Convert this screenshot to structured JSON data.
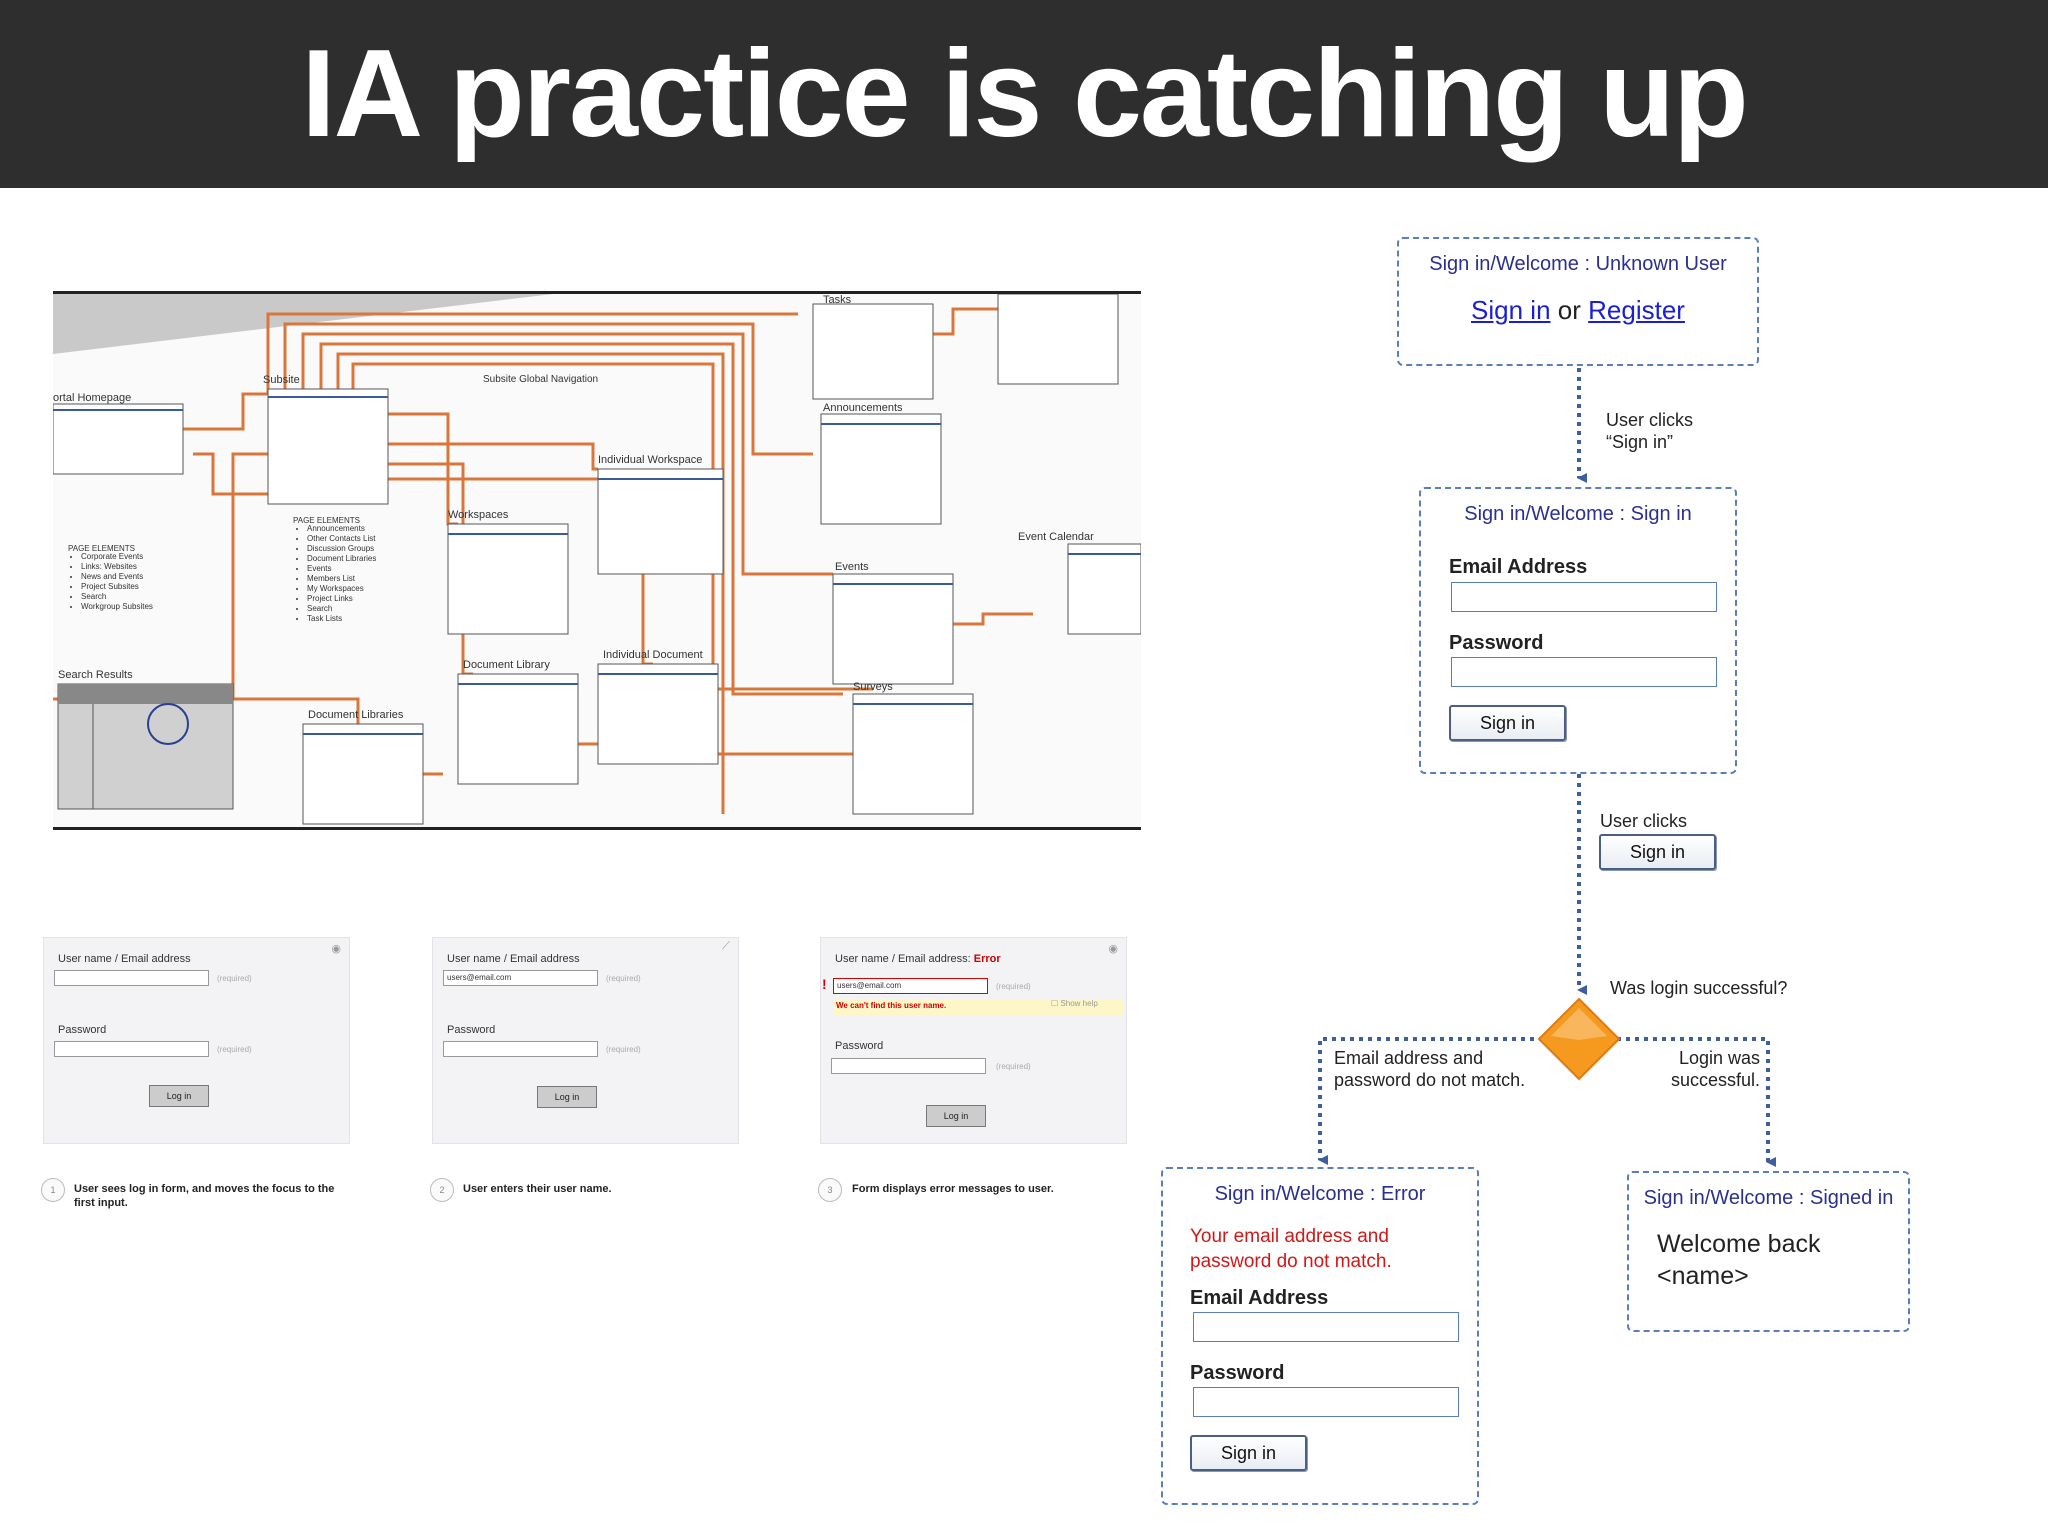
{
  "title": "IA practice is catching up",
  "sitemap": {
    "labels": {
      "portal": "ortal Homepage",
      "subsite": "Subsite",
      "subsite_nav": "Subsite Global Navigation",
      "workspaces": "Workspaces",
      "individual_workspace": "Individual Workspace",
      "search_results": "Search Results",
      "document_libraries": "Document Libraries",
      "document_library": "Document Library",
      "individual_document": "Individual Document",
      "tasks": "Tasks",
      "announcements": "Announcements",
      "events": "Events",
      "surveys": "Surveys",
      "event_calendar": "Event Calendar",
      "page_elements": "PAGE ELEMENTS"
    },
    "portal_list": [
      "Corporate Events",
      "Links: Websites",
      "News and Events",
      "Project Subsites",
      "Search",
      "Workgroup Subsites"
    ],
    "subsite_list": [
      "Announcements",
      "Other Contacts List",
      "Discussion Groups",
      "Document Libraries",
      "Events",
      "Members List",
      "My Workspaces",
      "Project Links",
      "Search",
      "Task Lists"
    ]
  },
  "wireframes": [
    {
      "username_label": "User name / Email address",
      "username_value": "",
      "required": "(required)",
      "password_label": "Password",
      "button": "Log in",
      "step": "1",
      "caption": "User sees log in form, and moves the focus to the first input."
    },
    {
      "username_label": "User name / Email address",
      "username_value": "users@email.com",
      "required": "(required)",
      "password_label": "Password",
      "button": "Log in",
      "step": "2",
      "caption": "User enters their user name."
    },
    {
      "username_label": "User name / Email address:",
      "error_word": "Error",
      "username_value": "users@email.com",
      "required": "(required)",
      "error_message": "We can't find this user name.",
      "help": "Show help",
      "password_label": "Password",
      "button": "Log in",
      "step": "3",
      "caption": "Form displays error messages to user."
    }
  ],
  "flow": {
    "unknown": {
      "title": "Sign in/Welcome : Unknown User",
      "signin_link": "Sign in",
      "or": "or",
      "register_link": "Register"
    },
    "note1": "User clicks\n“Sign in”",
    "signin": {
      "title": "Sign in/Welcome : Sign in",
      "email_label": "Email Address",
      "password_label": "Password",
      "button": "Sign in"
    },
    "note2": "User clicks",
    "note2_button": "Sign in",
    "decision": "Was login successful?",
    "no_branch": "Email address and\npassword do not match.",
    "yes_branch": "Login was\nsuccessful.",
    "error": {
      "title": "Sign in/Welcome : Error",
      "message": "Your email address and\npassword do not match.",
      "email_label": "Email Address",
      "password_label": "Password",
      "button": "Sign in"
    },
    "signed": {
      "title": "Sign in/Welcome : Signed in",
      "message": "Welcome back\n<name>"
    },
    "colors": {
      "box_border": "#5a7fb8",
      "title_text": "#2b2f8f",
      "error_text": "#d01818",
      "link": "#1a1fd1",
      "decision": "#f59a1f",
      "connector": "#3f5f9a"
    }
  }
}
